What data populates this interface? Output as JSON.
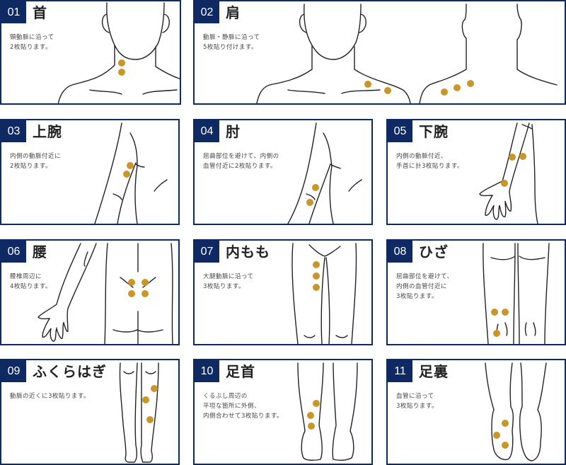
{
  "theme": {
    "border_color": "#0f2a63",
    "badge_color": "#0f2a63",
    "dot_color": "#c8962a"
  },
  "panels": [
    {
      "num": "01",
      "title": "首",
      "desc": "頸動脈に沿って\n2枚貼ります。",
      "dots": 2
    },
    {
      "num": "02",
      "title": "肩",
      "desc": "動脈・静脈に沿って\n5枚貼り付けます。",
      "dots": 5
    },
    {
      "num": "03",
      "title": "上腕",
      "desc": "内側の動脈付近に\n2枚貼ります。",
      "dots": 2
    },
    {
      "num": "04",
      "title": "肘",
      "desc": "屈曲部位を避けて、内側の\n血管付近に2枚貼ります。",
      "dots": 2
    },
    {
      "num": "05",
      "title": "下腕",
      "desc": "内側の動脈付近、\n手首に計3枚貼ります。",
      "dots": 3
    },
    {
      "num": "06",
      "title": "腰",
      "desc": "腰椎周辺に\n4枚貼ります。",
      "dots": 4
    },
    {
      "num": "07",
      "title": "内もも",
      "desc": "大腿動脈に沿って\n3枚貼ります。",
      "dots": 3
    },
    {
      "num": "08",
      "title": "ひざ",
      "desc": "屈曲部位を避けて、\n内側の血管付近に\n3枚貼ります。",
      "dots": 3
    },
    {
      "num": "09",
      "title": "ふくらはぎ",
      "desc": "動脈の近くに3枚貼ります。",
      "dots": 3
    },
    {
      "num": "10",
      "title": "足首",
      "desc": "くるぶし周辺の\n平坦な箇所に外側、\n内側合わせて3枚貼ります。",
      "dots": 3
    },
    {
      "num": "11",
      "title": "足裏",
      "desc": "血管に沿って\n3枚貼ります。",
      "dots": 3
    }
  ]
}
